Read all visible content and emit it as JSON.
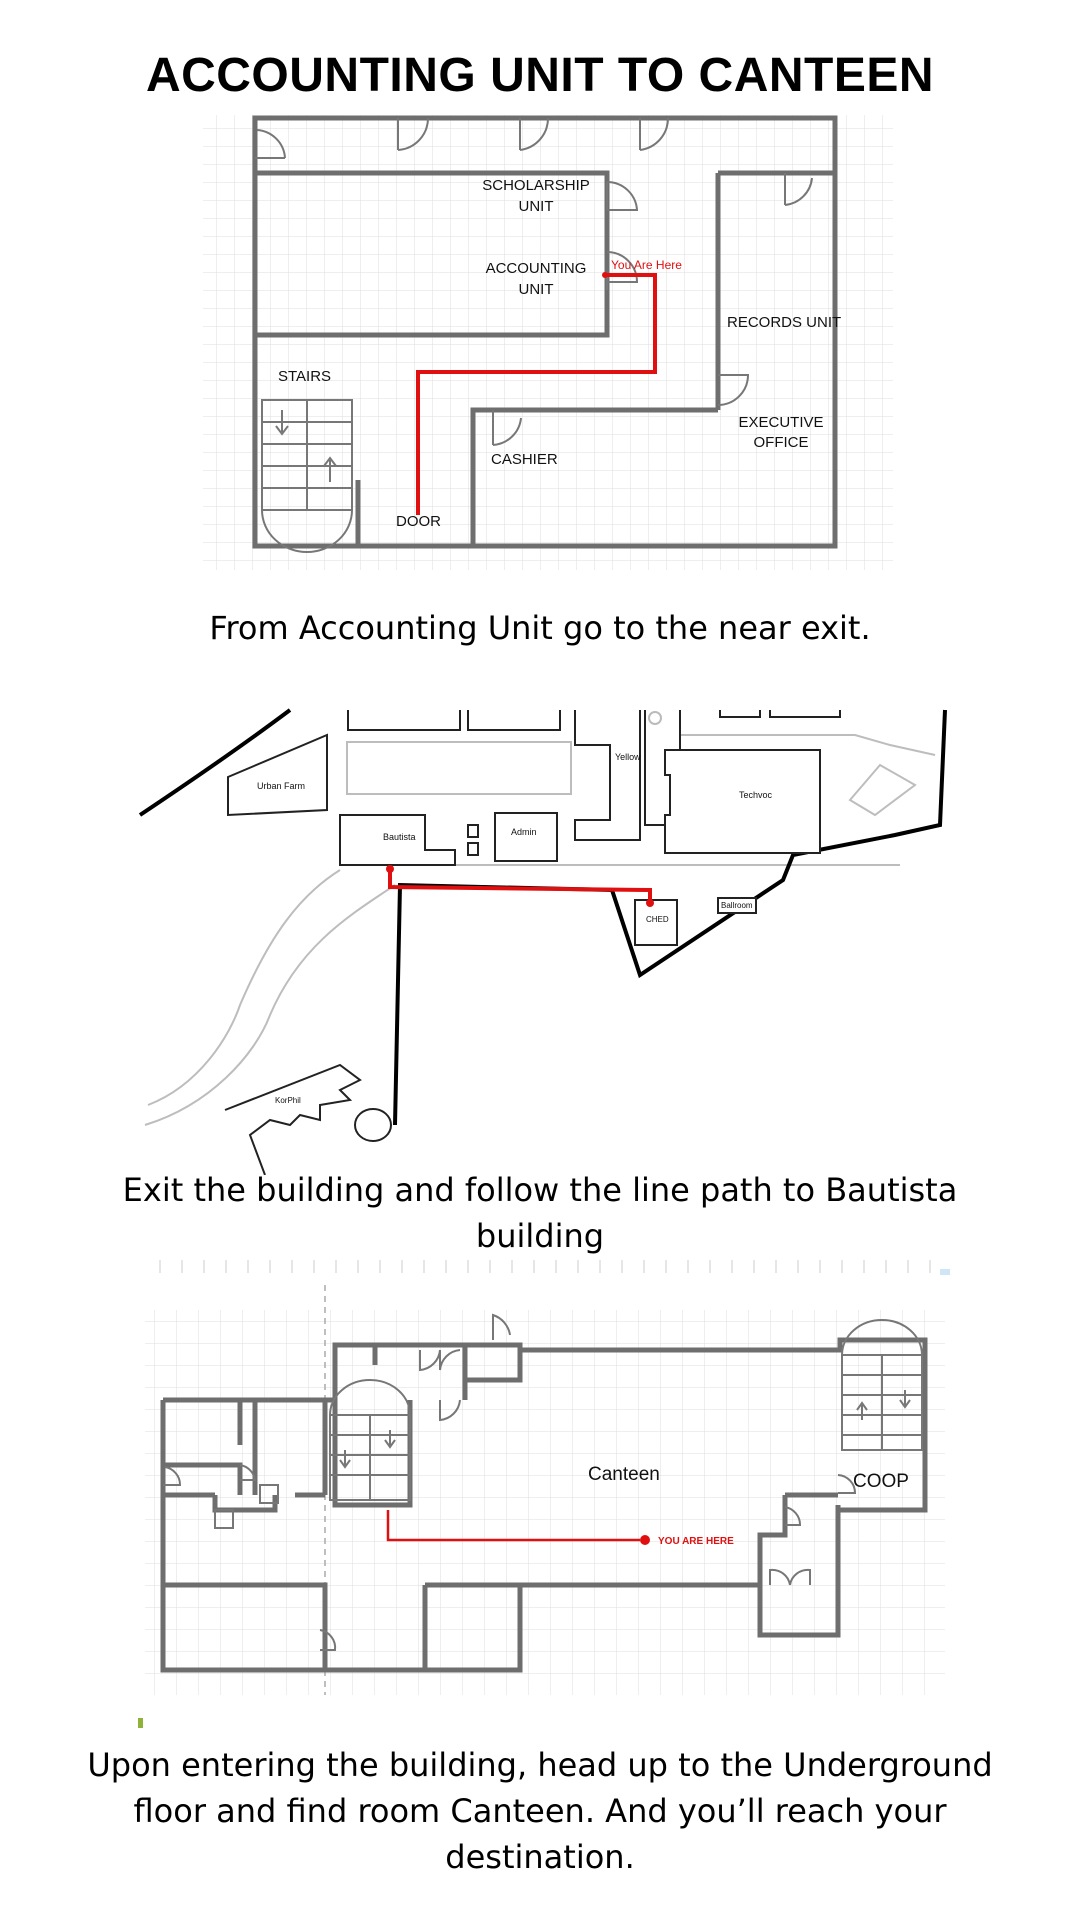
{
  "title": "ACCOUNTING UNIT TO CANTEEN",
  "step1": {
    "caption": "From Accounting Unit go to the near exit.",
    "rooms": {
      "scholarship": [
        "SCHOLARSHIP",
        "UNIT"
      ],
      "accounting": [
        "ACCOUNTING",
        "UNIT"
      ],
      "records": "RECORDS UNIT",
      "stairs": "STAIRS",
      "executive": [
        "EXECUTIVE",
        "OFFICE"
      ],
      "cashier": "CASHIER",
      "door": "DOOR"
    },
    "marker": "You Are Here",
    "route_color": "#e01010"
  },
  "step2": {
    "caption": "Exit the building and follow the line path to Bautista building",
    "buildings": {
      "urban_farm": "Urban Farm",
      "bautista": "Bautista",
      "admin": "Admin",
      "yellow": "Yellow",
      "techvoc": "Techvoc",
      "ched": "CHED",
      "ballroom": "Ballroom",
      "korphil": "KorPhil"
    },
    "route_color": "#e01010"
  },
  "step3": {
    "caption": "Upon entering the building, head up to the Underground floor and find room Canteen. And you’ll reach your destination.",
    "rooms": {
      "canteen": "Canteen",
      "coop": "COOP"
    },
    "marker": "YOU ARE HERE",
    "route_color": "#e01010"
  }
}
